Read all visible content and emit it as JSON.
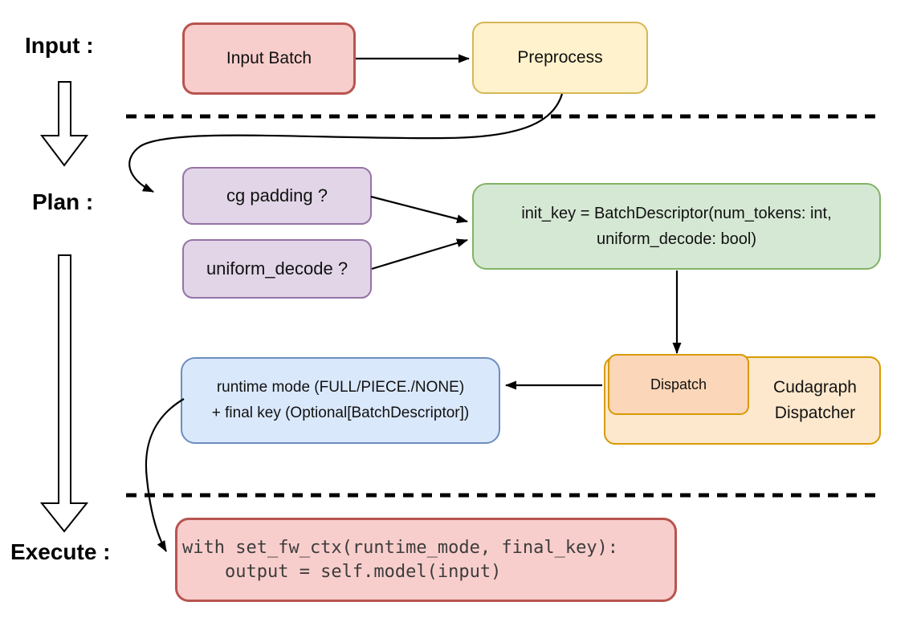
{
  "stage_labels": {
    "input": "Input :",
    "plan": "Plan :",
    "execute": "Execute :"
  },
  "nodes": {
    "input_batch": {
      "label": "Input Batch"
    },
    "preprocess": {
      "label": "Preprocess"
    },
    "cg_padding": {
      "label": "cg padding ?"
    },
    "uniform_decode": {
      "label": "uniform_decode ?"
    },
    "init_key": {
      "line1": "init_key = BatchDescriptor(num_tokens: int,",
      "line2": "uniform_decode: bool)"
    },
    "runtime": {
      "line1": "runtime mode (FULL/PIECE./NONE)",
      "line2": "+ final key (Optional[BatchDescriptor])"
    },
    "dispatch": {
      "label": "Dispatch"
    },
    "dispatcher": {
      "line1": "Cudagraph",
      "line2": "Dispatcher"
    },
    "execute_code": {
      "line1": "with set_fw_ctx(runtime_mode, final_key):",
      "line2": "    output = self.model(input)"
    }
  },
  "colors": {
    "red_fill": "#f8cecc",
    "red_stroke": "#b85450",
    "yellow_fill": "#fff2cc",
    "yellow_stroke": "#d6b656",
    "purple_fill": "#e1d5e7",
    "purple_stroke": "#9673a6",
    "green_fill": "#d5e8d4",
    "green_stroke": "#82b366",
    "blue_fill": "#dae8fc",
    "blue_stroke": "#6c8ebf",
    "orange_outer_fill": "#fde8cd",
    "orange_inner_fill": "#fcd6b8",
    "orange_stroke": "#d79b00",
    "code_text": "#3c3c3c"
  }
}
